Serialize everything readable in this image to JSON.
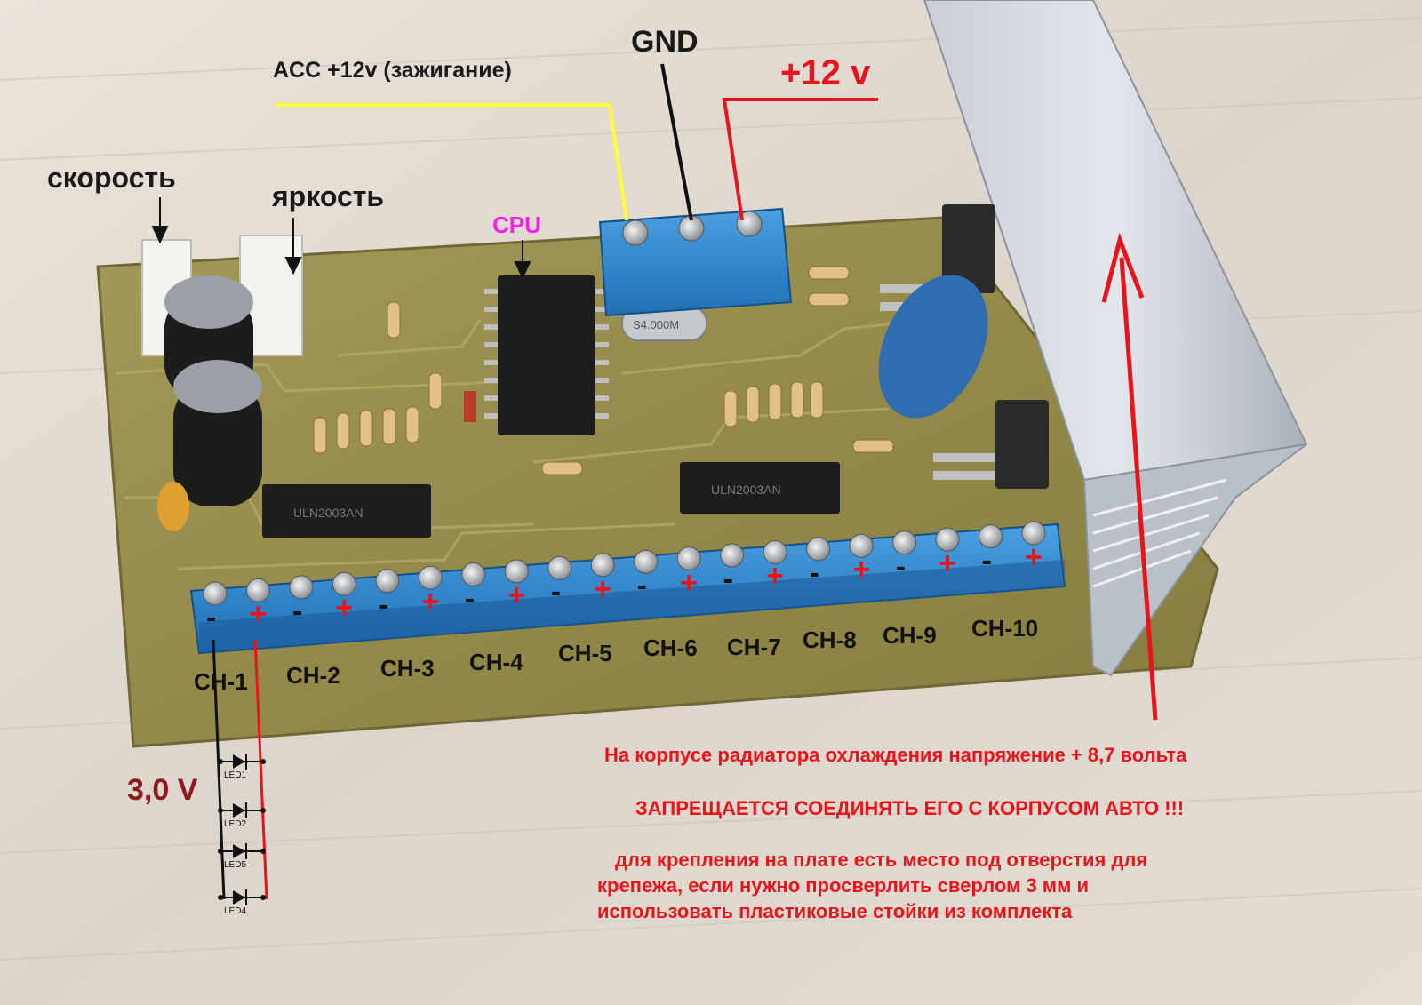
{
  "labels": {
    "acc": "ACC +12v (зажигание)",
    "gnd": "GND",
    "plus12": "+12 v",
    "speed": "скорость",
    "brightness": "яркость",
    "cpu": "CPU",
    "voltage": "3,0 V"
  },
  "crystal_marking": "S4.000M",
  "chip_marking": "ULN2003AN",
  "channels": [
    "CH-1",
    "CH-2",
    "CH-3",
    "CH-4",
    "CH-5",
    "CH-6",
    "CH-7",
    "CH-8",
    "CH-9",
    "CH-10"
  ],
  "terminal_signs": [
    "-",
    "+",
    "-",
    "+",
    "-",
    "+",
    "-",
    "+",
    "-",
    "+",
    "-",
    "+",
    "-",
    "+",
    "-",
    "+",
    "-",
    "+",
    "-",
    "+"
  ],
  "leds": [
    "LED1",
    "LED2",
    "LED5",
    "LED4"
  ],
  "notes": {
    "line1": "На корпусе радиатора охлаждения напряжение + 8,7 вольта",
    "line2": "ЗАПРЕЩАЕТСЯ СОЕДИНЯТЬ ЕГО С КОРПУСОМ АВТО !!!",
    "line3": "для крепления на плате есть место под отверстия для",
    "line4": "крепежа, если нужно просверлить сверлом 3 мм и",
    "line5": "использовать пластиковые стойки из комплекта"
  },
  "colors": {
    "acc_wire": "#ffff33",
    "gnd_wire": "#111111",
    "plus_wire": "#e8141b",
    "cpu_label": "#ff1ee8",
    "voltage_label": "#8b1a1a"
  }
}
